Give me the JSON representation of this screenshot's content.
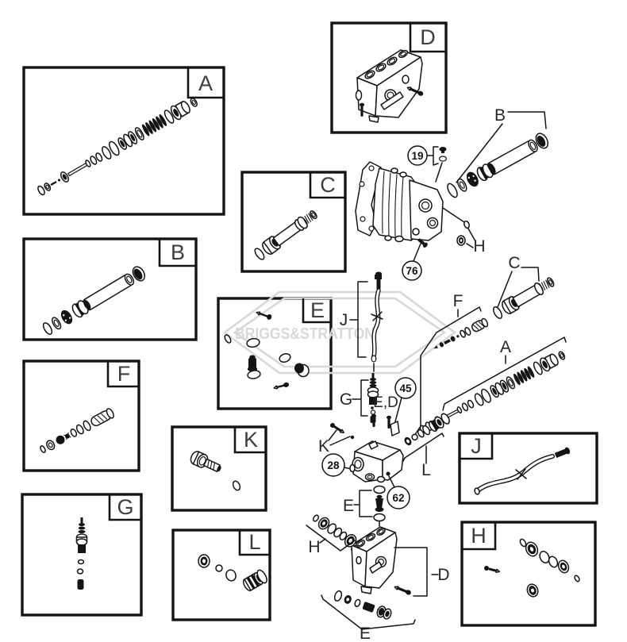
{
  "watermark": {
    "text": "BRIGGS&STRATTON"
  },
  "sections": {
    "a": "A",
    "b": "B",
    "c": "C",
    "d": "D",
    "e": "E",
    "f": "F",
    "g": "G",
    "h": "H",
    "j": "J",
    "k": "K",
    "l": "L"
  },
  "callouts": {
    "n19": "19",
    "n76": "76",
    "n45": "45",
    "n28": "28",
    "n62": "62"
  },
  "labels": {
    "tube_b": "B",
    "tube_c": "C",
    "group_f": "F",
    "group_a": "A",
    "pump_h": "H",
    "hose_j": "J",
    "fitting_g": "G",
    "ed": "E,D",
    "bolts_k": "K",
    "group_l": "L",
    "valve_e": "E",
    "seals_h": "H",
    "manifold_d": "D",
    "kit_e": "E"
  },
  "colors": {
    "line": "#141414",
    "watermark": "#d8d8d8",
    "background": "#ffffff"
  }
}
